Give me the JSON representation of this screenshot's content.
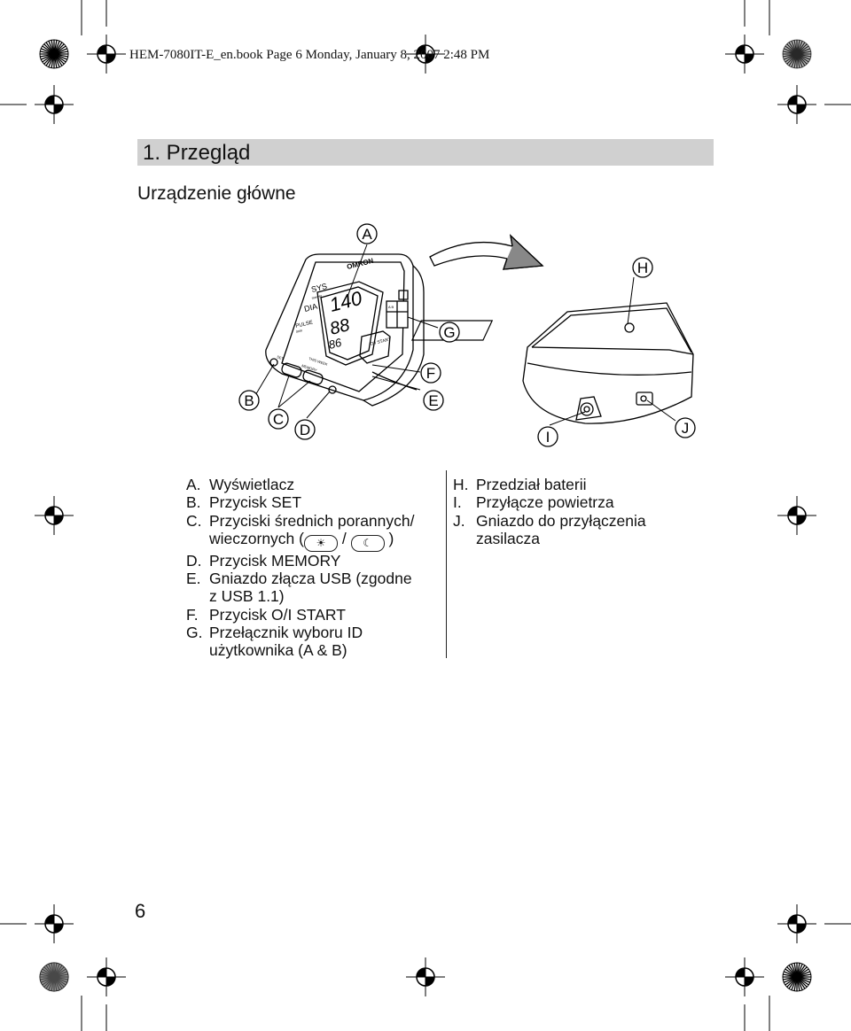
{
  "print_header": "HEM-7080IT-E_en.book  Page 6  Monday, January 8, 2007  2:48 PM",
  "section_title": "1.  Przegląd",
  "subtitle": "Urządzenie główne",
  "page_number": "6",
  "callouts": [
    "A",
    "B",
    "C",
    "D",
    "E",
    "F",
    "G",
    "H",
    "I",
    "J"
  ],
  "device_text": {
    "brand": "OMRON",
    "sys": "SYS",
    "dia": "DIA",
    "pulse": "PULSE",
    "mmhg": "mmHg",
    "per_min": "/min",
    "sys_value": "140",
    "dia_value": "88",
    "pulse_value": "86",
    "set": "SET",
    "memory": "MEMORY",
    "this_week": "THIS WEEK",
    "start": "O/I START",
    "ab": "A B"
  },
  "left_items": [
    {
      "letter": "A.",
      "text": "Wyświetlacz"
    },
    {
      "letter": "B.",
      "text": "Przycisk SET"
    },
    {
      "letter": "C.",
      "text": "Przyciski średnich porannych/",
      "cont_pre": "wieczornych (",
      "sym1": "☀",
      "sep": "/",
      "sym2": "☾",
      "cont_post": ")"
    },
    {
      "letter": "D.",
      "text": "Przycisk MEMORY"
    },
    {
      "letter": "E.",
      "text": "Gniazdo złącza USB (zgodne",
      "cont": "z USB 1.1)"
    },
    {
      "letter": "F.",
      "text": "Przycisk O/I START"
    },
    {
      "letter": "G.",
      "text": "Przełącznik wyboru ID",
      "cont": "użytkownika (A & B)"
    }
  ],
  "right_items": [
    {
      "letter": "H.",
      "text": "Przedział baterii"
    },
    {
      "letter": "I.",
      "text": "Przyłącze powietrza"
    },
    {
      "letter": "J.",
      "text": "Gniazdo do przyłączenia",
      "cont": "zasilacza"
    }
  ]
}
